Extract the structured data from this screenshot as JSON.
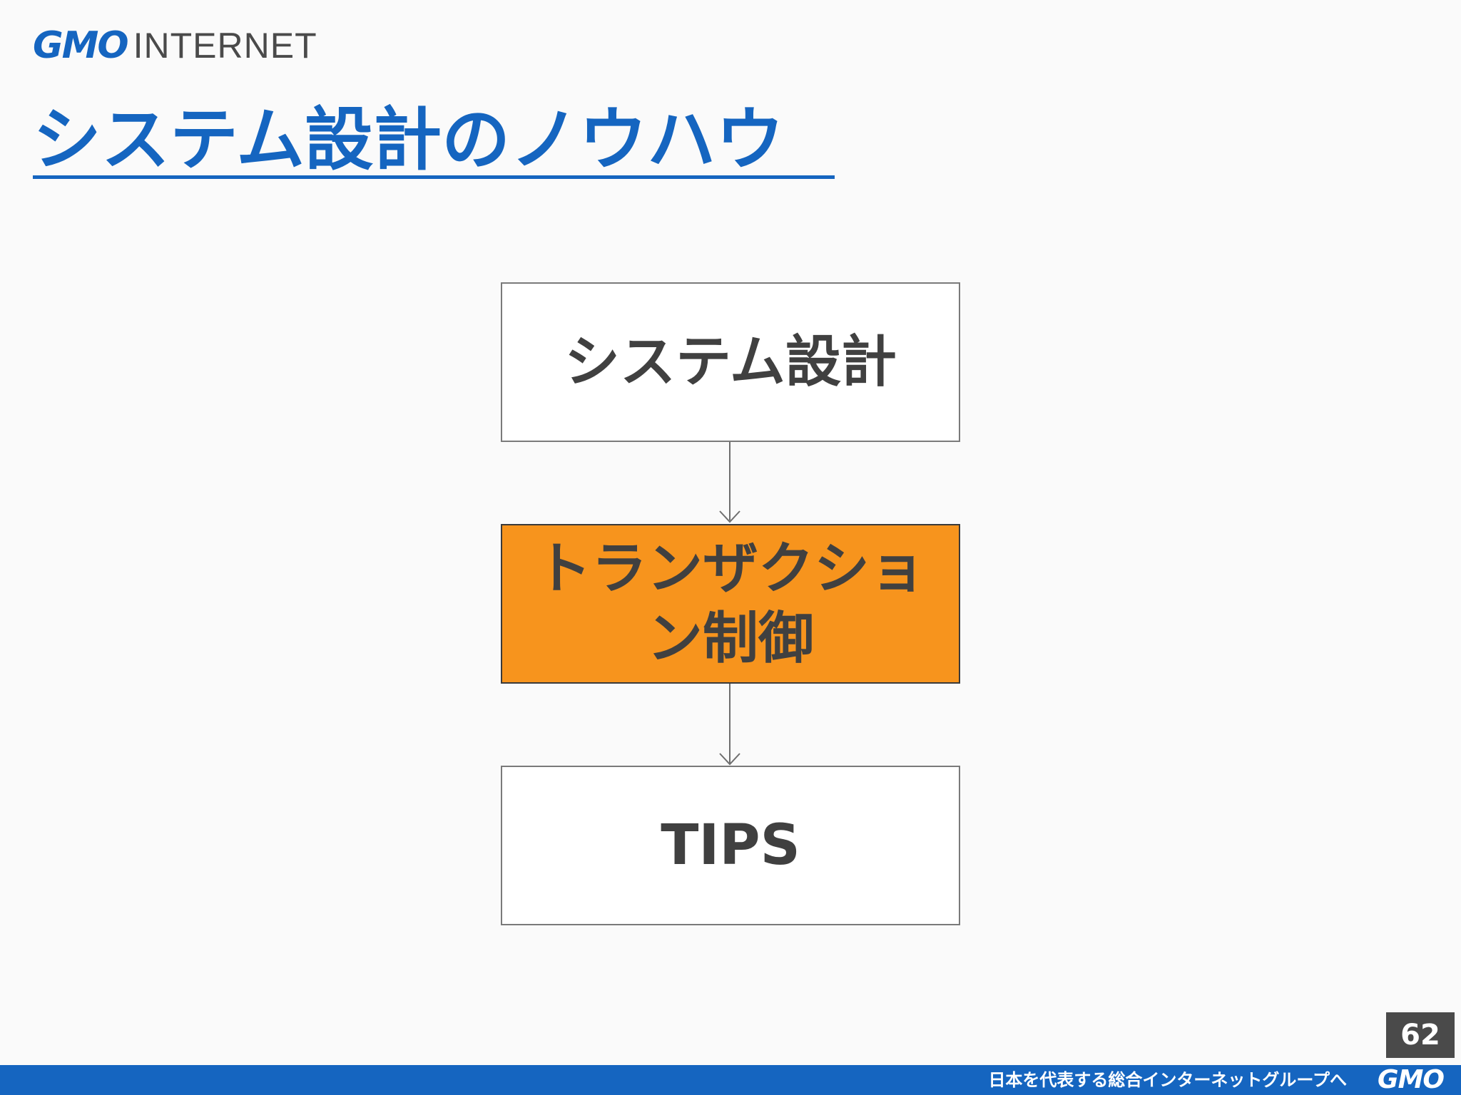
{
  "header": {
    "logo_gmo": "GMO",
    "logo_internet": "INTERNET"
  },
  "slide": {
    "title": "システム設計のノウハウ",
    "page_number": "62"
  },
  "flow": {
    "steps": [
      {
        "label": "システム設計",
        "highlighted": false
      },
      {
        "label": "トランザクション制御",
        "highlighted": true
      },
      {
        "label": "TIPS",
        "highlighted": false
      }
    ]
  },
  "footer": {
    "tagline": "日本を代表する総合インターネットグループへ",
    "logo": "GMO"
  },
  "colors": {
    "brand_blue": "#1565c0",
    "highlight_orange": "#f7941d",
    "box_text": "#404040",
    "page_badge": "#4a4a4a"
  }
}
